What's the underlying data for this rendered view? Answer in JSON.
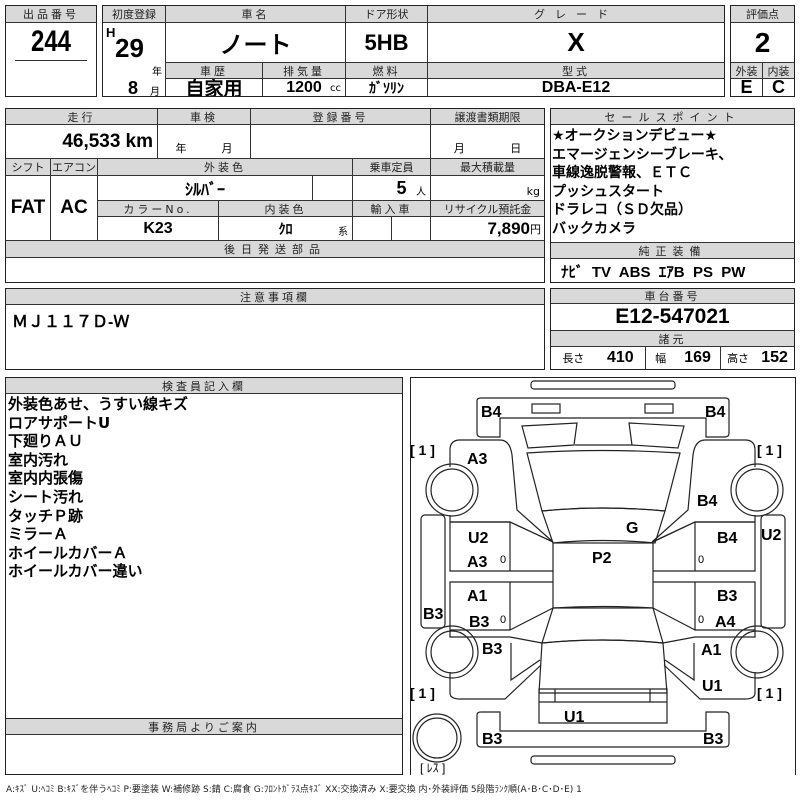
{
  "lot": {
    "header": "出品番号",
    "value": "244"
  },
  "first_reg": {
    "header": "初度登録",
    "era": "H",
    "year": "29",
    "year_unit": "年",
    "month": "8",
    "month_unit": "月"
  },
  "car_name": {
    "header": "車名",
    "value": "ノート"
  },
  "door": {
    "header": "ドア形状",
    "value": "5HB"
  },
  "grade": {
    "header": "グレード",
    "value": "X"
  },
  "history": {
    "header": "車歴",
    "value": "自家用"
  },
  "displacement": {
    "header": "排気量",
    "value": "1200",
    "unit": "cc"
  },
  "fuel": {
    "header": "燃料",
    "value": "ｶﾞｿﾘﾝ"
  },
  "model": {
    "header": "型式",
    "value": "DBA-E12"
  },
  "score": {
    "header": "評価点",
    "value": "2",
    "ext_header": "外装",
    "int_header": "内装",
    "ext": "E",
    "int": "C"
  },
  "mileage": {
    "header": "走行",
    "value": "46,533",
    "unit": "km"
  },
  "inspection": {
    "header": "車検",
    "year_unit": "年",
    "month_unit": "月"
  },
  "reg_no": {
    "header": "登録番号"
  },
  "transfer": {
    "header": "譲渡書類期限",
    "month_unit": "月",
    "day_unit": "日"
  },
  "shift": {
    "header": "シフト",
    "value": "FAT"
  },
  "ac": {
    "header": "エアコン",
    "value": "AC"
  },
  "ext_color": {
    "header": "外装色",
    "value": "ｼﾙﾊﾞｰ"
  },
  "capacity": {
    "header": "乗車定員",
    "value": "5",
    "unit": "人"
  },
  "max_load": {
    "header": "最大積載量",
    "unit": "kg"
  },
  "color_no": {
    "header": "カラーNo.",
    "value": "K23"
  },
  "int_color": {
    "header": "内装色",
    "value": "ｸﾛ",
    "unit": "系"
  },
  "import": {
    "header": "輸入車"
  },
  "recycle": {
    "header": "リサイクル預託金",
    "value": "7,890",
    "unit": "円"
  },
  "later_parts": {
    "header": "後日発送部品"
  },
  "sales_points": {
    "header": "セールスポイント",
    "lines": [
      "★オークションデビュー★",
      "エマージェンシーブレーキ、",
      "車線逸脱警報、ＥＴＣ",
      "プッシュスタート",
      "ドラレコ（ＳＤ欠品）",
      "バックカメラ"
    ]
  },
  "equipment": {
    "header": "純正装備",
    "value": "ﾅﾋﾞ  TV  ABS  ｴｱB  PS  PW"
  },
  "notes": {
    "header": "注意事項欄",
    "value": "ＭＪ１１７Ｄ-Ｗ"
  },
  "chassis": {
    "header": "車台番号",
    "value": "E12-547021"
  },
  "specs": {
    "header": "諸元",
    "length_label": "長さ",
    "length": "410",
    "width_label": "幅",
    "width": "169",
    "height_label": "高さ",
    "height": "152"
  },
  "inspector": {
    "header": "検査員記入欄",
    "lines": [
      "外装色あせ、うすい線キズ",
      "ロアサポートU",
      "下廻りＡＵ",
      "室内汚れ",
      "室内内張傷",
      "シート汚れ",
      "タッチＰ跡",
      "ミラーＡ",
      "ホイールカバーＡ",
      "ホイールカバー違い"
    ]
  },
  "office": {
    "header": "事務局よりご案内"
  },
  "diagram": {
    "marks": [
      "B4",
      "B4",
      "A3",
      "B4",
      "G",
      "U2",
      "A3",
      "P2",
      "B4",
      "U2",
      "A1",
      "B3",
      "B3",
      "B3",
      "A4",
      "B3",
      "A1",
      "U1",
      "U1",
      "B3",
      "B3"
    ],
    "tire_tl": "[ 1 ]",
    "tire_tr": "[ 1 ]",
    "tire_bl": "[ 1 ]",
    "tire_br": "[ 1 ]",
    "spare": "[ ﾚｽ ]",
    "door_marks": [
      "0",
      "0",
      "0",
      "0"
    ]
  },
  "legend": "A:ｷｽﾞ U:ﾍｺﾐ B:ｷｽﾞを伴うﾍｺﾐ P:要塗装 W:補修跡 S:錆 C:腐食 G:ﾌﾛﾝﾄｶﾞﾗｽ点ｷｽﾞ XX:交換済み X:要交換 内･外装評価 5段階ﾗﾝｸ順(A･B･C･D･E) 1"
}
